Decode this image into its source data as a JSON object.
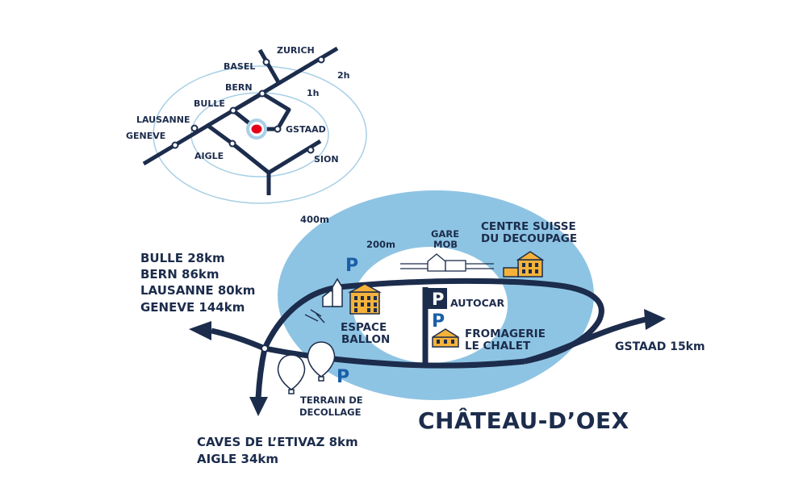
{
  "colors": {
    "navy": "#1c2c4c",
    "zone": "#8ec4e3",
    "ring": "#a8cfe6",
    "marker": "#e3001b",
    "building": "#f5b23a",
    "parking": "#1a5fa8"
  },
  "inset": {
    "rings": {
      "inner": "1h",
      "outer": "2h"
    },
    "cities": {
      "zurich": "ZURICH",
      "basel": "BASEL",
      "bern": "BERN",
      "bulle": "BULLE",
      "lausanne": "LAUSANNE",
      "geneve": "GENEVE",
      "aigle": "AIGLE",
      "gstaad": "GSTAAD",
      "sion": "SION"
    },
    "marker_icon": "location-dot-icon"
  },
  "map": {
    "zones": {
      "outer": "400m",
      "inner": "200m"
    },
    "title": "CHÂTEAU-D’OEX",
    "destinations": {
      "north_west": [
        "BULLE  28km",
        "BERN 86km",
        "LAUSANNE 80km",
        "GENEVE 144km"
      ],
      "east": "GSTAAD 15km",
      "south": [
        "CAVES DE L’ETIVAZ  8km",
        "AIGLE 34km"
      ]
    },
    "places": {
      "gare": [
        "GARE",
        "MOB"
      ],
      "centre": [
        "CENTRE SUISSE",
        "DU DECOUPAGE"
      ],
      "espace": [
        "ESPACE",
        "BALLON"
      ],
      "fromagerie": [
        "FROMAGERIE",
        "LE CHALET"
      ],
      "terrain": [
        "TERRAIN DE",
        "DECOLLAGE"
      ],
      "autocar": "AUTOCAR"
    },
    "parking_symbol": "P",
    "icons": [
      "train-station-icon",
      "church-icon",
      "hotel-building-icon",
      "museum-building-icon",
      "cheese-dairy-icon",
      "hot-air-balloon-icon"
    ]
  }
}
